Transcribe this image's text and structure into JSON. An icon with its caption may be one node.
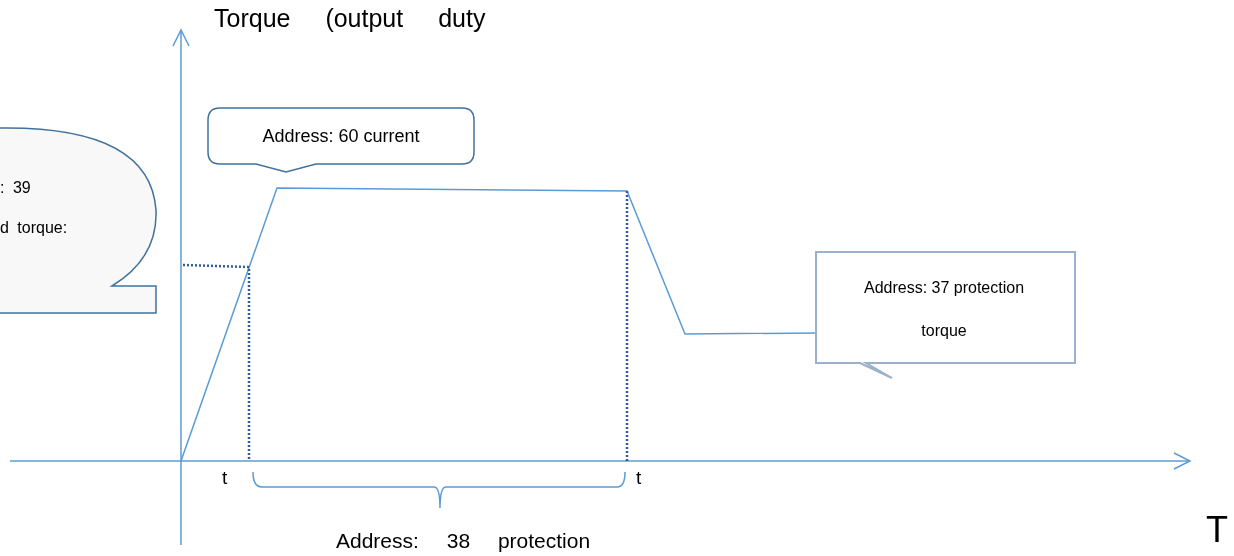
{
  "diagram": {
    "nodes": [
      {
        "text": [
          ": 39",
          "d torque:"
        ]
      },
      {
        "text": [
          "Address: 60 current"
        ]
      },
      {
        "text": [
          "Address: 37 protection torque"
        ]
      }
    ],
    "labels": [
      "Torque (output duty",
      "t",
      "t",
      "Address: 38 protection",
      "T"
    ]
  }
}
